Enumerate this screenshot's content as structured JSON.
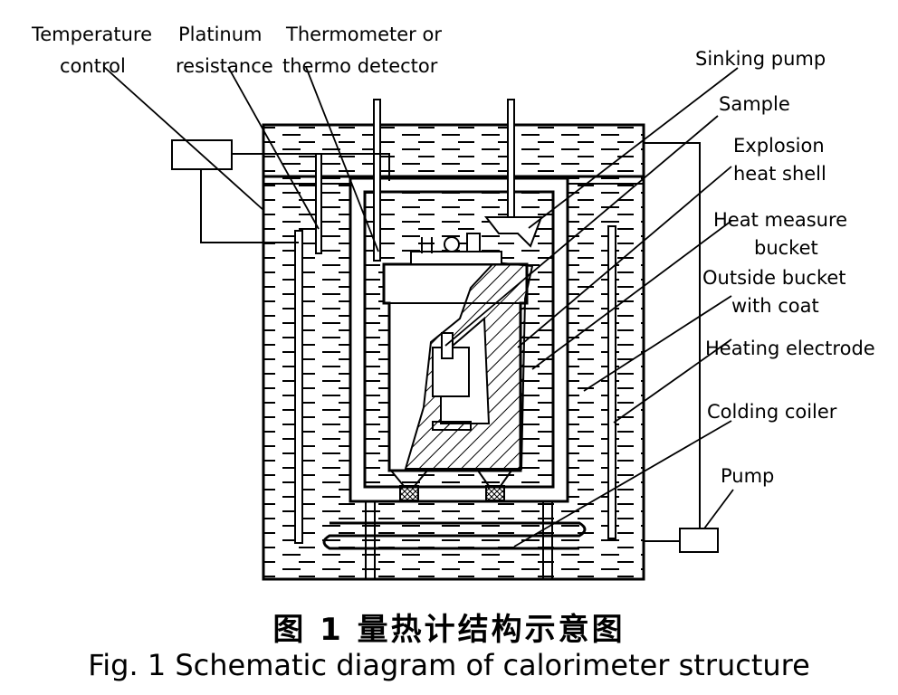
{
  "labels": {
    "temperature_control": [
      "Temperature",
      "control"
    ],
    "platinum_resistance": [
      "Platinum",
      "resistance"
    ],
    "thermometer": [
      "Thermometer or",
      "thermo detector"
    ],
    "sinking_pump": "Sinking pump",
    "sample": "Sample",
    "explosion_heat_shell": [
      "Explosion",
      "heat shell"
    ],
    "heat_measure_bucket": [
      "Heat measure",
      "bucket"
    ],
    "outside_bucket": [
      "Outside bucket",
      "with coat"
    ],
    "heating_electrode": "Heating electrode",
    "colding_coiler": "Colding coiler",
    "pump": "Pump"
  },
  "caption": {
    "chinese": "图 1   量热计结构示意图",
    "english": "Fig. 1    Schematic diagram of calorimeter structure"
  }
}
